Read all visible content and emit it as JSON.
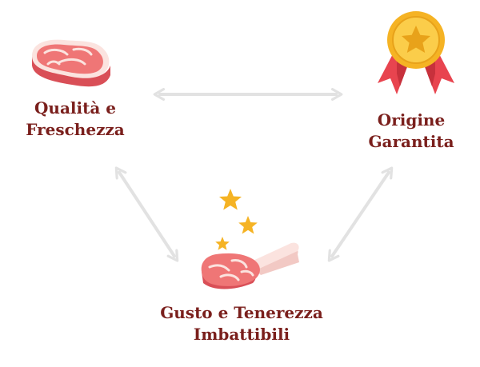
{
  "nodes": {
    "quality": {
      "line1": "Qualità e",
      "line2": "Freschezza",
      "icon": "steak-icon"
    },
    "origin": {
      "line1": "Origine",
      "line2": "Garantita",
      "icon": "award-medal-icon"
    },
    "taste": {
      "line1": "Gusto e Tenerezza",
      "line2": "Imbattibili",
      "icon": "ribs-with-stars-icon"
    }
  },
  "colors": {
    "label": "#7a1f1c",
    "arrow": "#e2e2e2",
    "meat": "#ef7676",
    "meat_dark": "#d94f57",
    "fat": "#fbe3df",
    "medal_gold": "#f5b324",
    "ribbon": "#e8444f"
  }
}
